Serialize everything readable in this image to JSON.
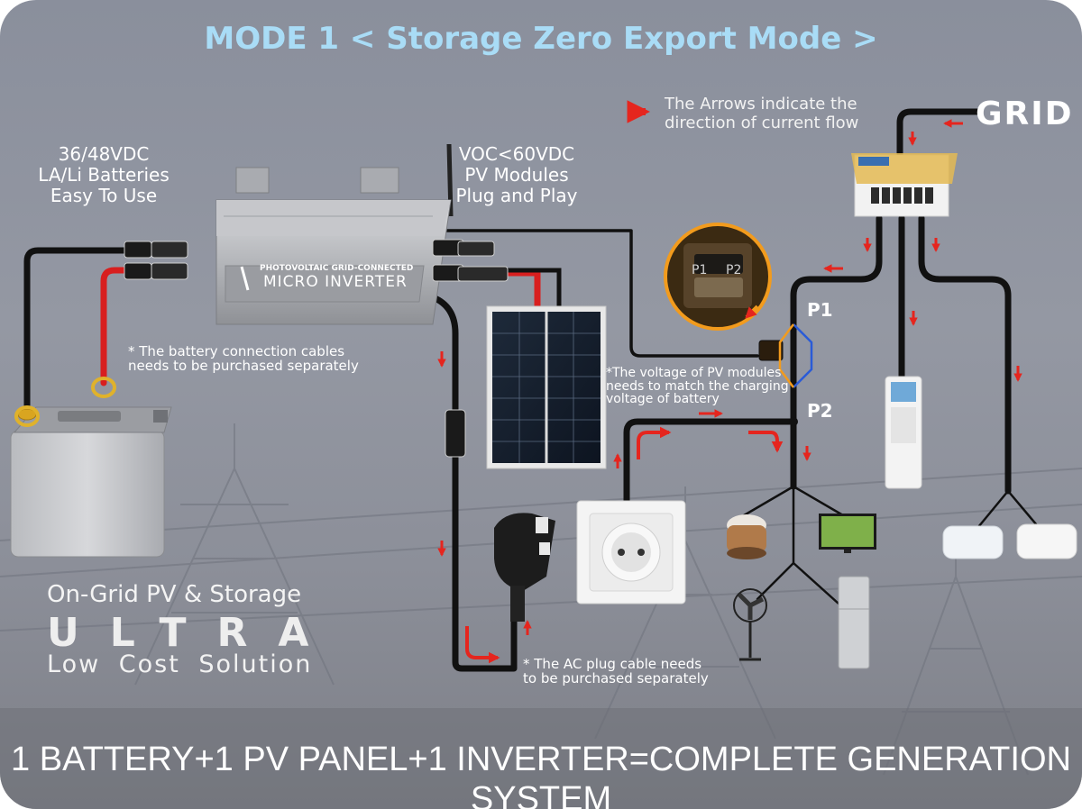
{
  "title": "MODE 1 < Storage Zero Export Mode >",
  "legend": {
    "line1": "The Arrows indicate the",
    "line2": "direction of current flow"
  },
  "grid_label": "GRID",
  "battery_spec": [
    "36/48VDC",
    "LA/Li Batteries",
    "Easy To Use"
  ],
  "pv_spec": [
    "VOC<60VDC",
    "PV Modules",
    "Plug and Play"
  ],
  "inverter_label": {
    "line1": "PHOTOVOLTAIC GRID-CONNECTED",
    "line2": "MICRO INVERTER"
  },
  "notes": {
    "battery": [
      "* The battery connection cables",
      "needs to be purchased separately"
    ],
    "pv": [
      "*The voltage of PV modules",
      "needs to match the charging",
      "voltage of battery"
    ],
    "ac": [
      "* The AC plug cable needs",
      "to be purchased separately"
    ]
  },
  "points": {
    "p1": "P1",
    "p2": "P2"
  },
  "connector_marks": {
    "left": "P1",
    "right": "P2"
  },
  "slogan": {
    "line1": "On-Grid PV & Storage",
    "line2": "ULTRA",
    "line3": "Low Cost Solution"
  },
  "footer": "1 BATTERY+1 PV PANEL+1 INVERTER=COMPLETE GENERATION SYSTEM",
  "colors": {
    "title": "#a9dcf6",
    "arrow": "#e5251e",
    "cable": "#111111",
    "positive_cable": "#d81f1f"
  }
}
